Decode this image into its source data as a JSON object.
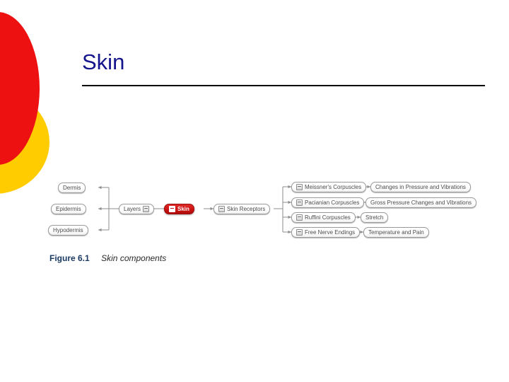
{
  "slide": {
    "title": "Skin",
    "title_color": "#14148C",
    "accent_red": "#EE1111",
    "accent_yellow": "#FFCC00"
  },
  "figure": {
    "caption_number": "Figure 6.1",
    "caption_text": "Skin components",
    "root": {
      "label": "Skin",
      "control_icon": "minus-box-icon"
    },
    "layers_branch": {
      "label": "Layers",
      "control_icon": "minus-box-icon",
      "children": [
        {
          "label": "Dermis"
        },
        {
          "label": "Epidermis"
        },
        {
          "label": "Hypodermis"
        }
      ]
    },
    "receptors_branch": {
      "label": "Skin Receptors",
      "control_icon": "minus-box-icon",
      "children": [
        {
          "label": "Meissner's Corpuscles",
          "control_icon": "minus-box-icon",
          "function": "Changes in Pressure and Vibrations"
        },
        {
          "label": "Pacianian Corpuscles",
          "control_icon": "minus-box-icon",
          "function": "Gross Pressure Changes and Vibrations"
        },
        {
          "label": "Ruffini Corpuscles",
          "control_icon": "minus-box-icon",
          "function": "Stretch"
        },
        {
          "label": "Free Nerve Endings",
          "control_icon": "minus-box-icon",
          "function": "Temperature and Pain"
        }
      ]
    }
  }
}
